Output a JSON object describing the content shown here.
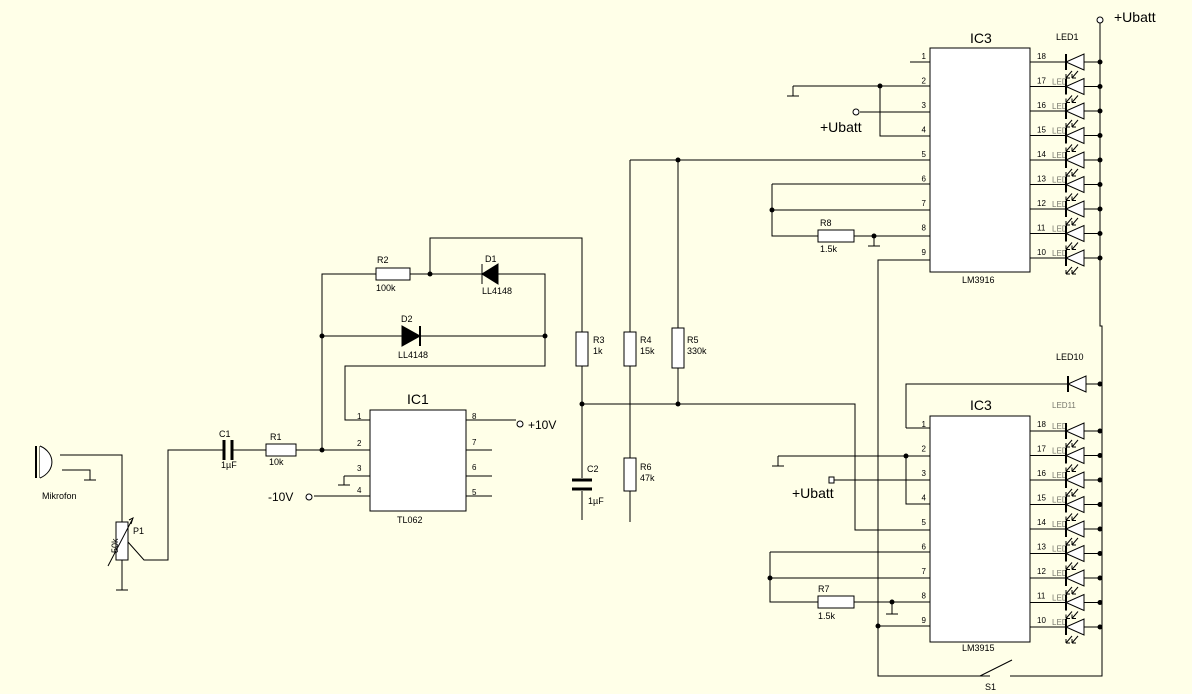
{
  "colors": {
    "background": "#ffffe8",
    "ink": "#000000"
  },
  "labels": {
    "ubatt": "+Ubatt",
    "plus10": "+10V",
    "minus10": "-10V",
    "mikrofon": "Mikrofon",
    "s1": "S1"
  },
  "ic1": {
    "name": "IC1",
    "type": "TL062",
    "pins": [
      "1",
      "2",
      "3",
      "4",
      "5",
      "6",
      "7",
      "8"
    ]
  },
  "ic3_top": {
    "name": "IC3",
    "type": "LM3916",
    "left_pins": [
      "1",
      "2",
      "3",
      "4",
      "5",
      "6",
      "7",
      "8",
      "9"
    ],
    "right_pins": [
      "18",
      "17",
      "16",
      "15",
      "14",
      "13",
      "12",
      "11",
      "10"
    ]
  },
  "ic3_bottom": {
    "name": "IC3",
    "type": "LM3915",
    "left_pins": [
      "1",
      "2",
      "3",
      "4",
      "5",
      "6",
      "7",
      "8",
      "9"
    ],
    "right_pins": [
      "18",
      "17",
      "16",
      "15",
      "14",
      "13",
      "12",
      "11",
      "10"
    ]
  },
  "components": {
    "c1": {
      "name": "C1",
      "value": "1µF"
    },
    "r1": {
      "name": "R1",
      "value": "10k"
    },
    "p1": {
      "name": "P1",
      "value": "50k"
    },
    "r2": {
      "name": "R2",
      "value": "100k"
    },
    "d1": {
      "name": "D1",
      "value": "LL4148"
    },
    "d2": {
      "name": "D2",
      "value": "LL4148"
    },
    "r3": {
      "name": "R3",
      "value": "1k"
    },
    "c2": {
      "name": "C2",
      "value": "1µF"
    },
    "r4": {
      "name": "R4",
      "value": "15k"
    },
    "r5": {
      "name": "R5",
      "value": "330k"
    },
    "r6": {
      "name": "R6",
      "value": "47k"
    },
    "r7": {
      "name": "R7",
      "value": "1.5k"
    },
    "r8": {
      "name": "R8",
      "value": "1.5k"
    }
  },
  "leds": {
    "led1": "LED1",
    "led10": "LED10",
    "faint_label": "LED",
    "led11_label": "LED11"
  }
}
